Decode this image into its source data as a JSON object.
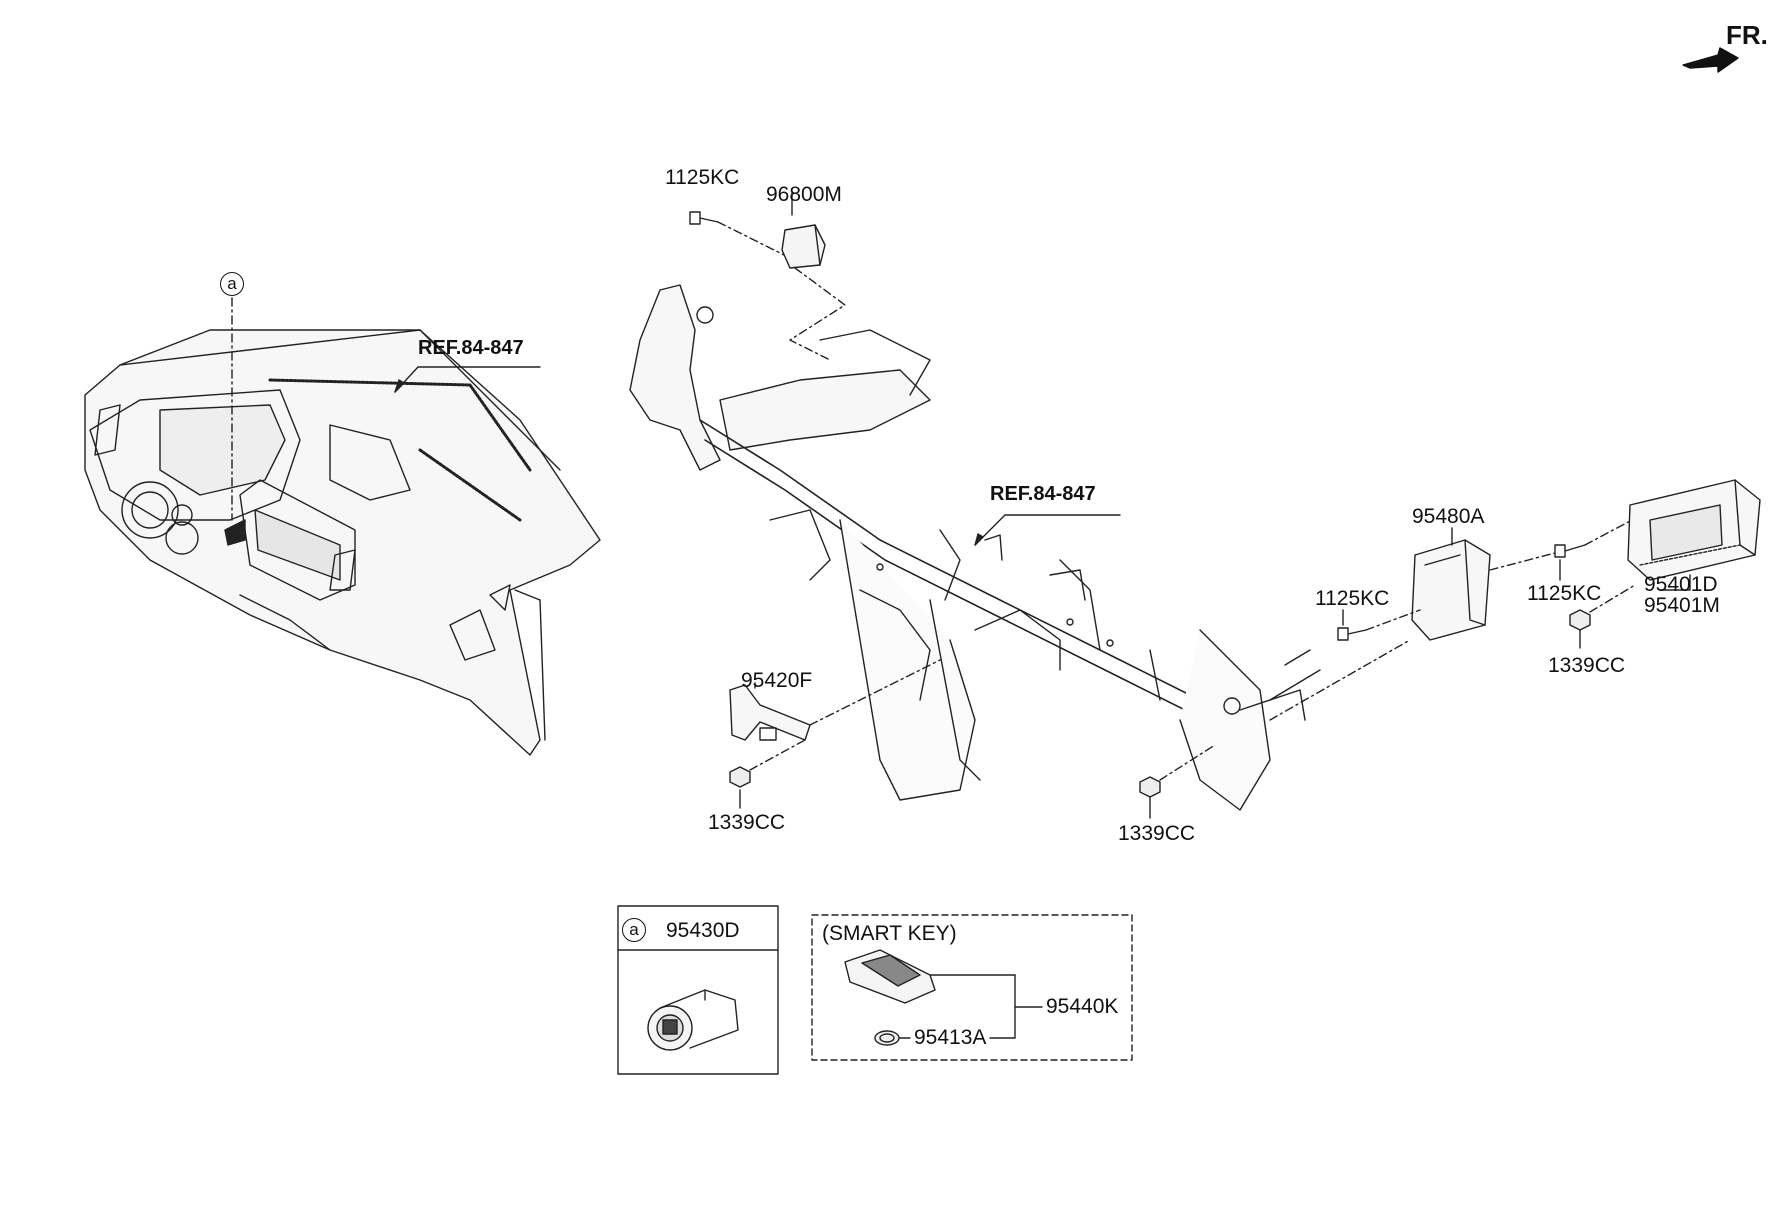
{
  "direction": {
    "label": "FR."
  },
  "marker": {
    "label": "a"
  },
  "refs": {
    "dash_panel": "REF.84-847",
    "cowl_bar": "REF.84-847"
  },
  "parts": {
    "bolt_top": "1125KC",
    "sensor_96800M": "96800M",
    "module_95480A": "95480A",
    "bolt_left_95480A": "1125KC",
    "bolt_right_95480A": "1125KC",
    "module_95401D": "95401D",
    "module_95401M": "95401M",
    "nut_right": "1339CC",
    "bracket_95420F": "95420F",
    "nut_left": "1339CC",
    "nut_center": "1339CC"
  },
  "detail_box_a": {
    "marker": "a",
    "part": "95430D"
  },
  "smart_key_box": {
    "title": "(SMART KEY)",
    "key_part": "95440K",
    "battery_part": "95413A"
  }
}
